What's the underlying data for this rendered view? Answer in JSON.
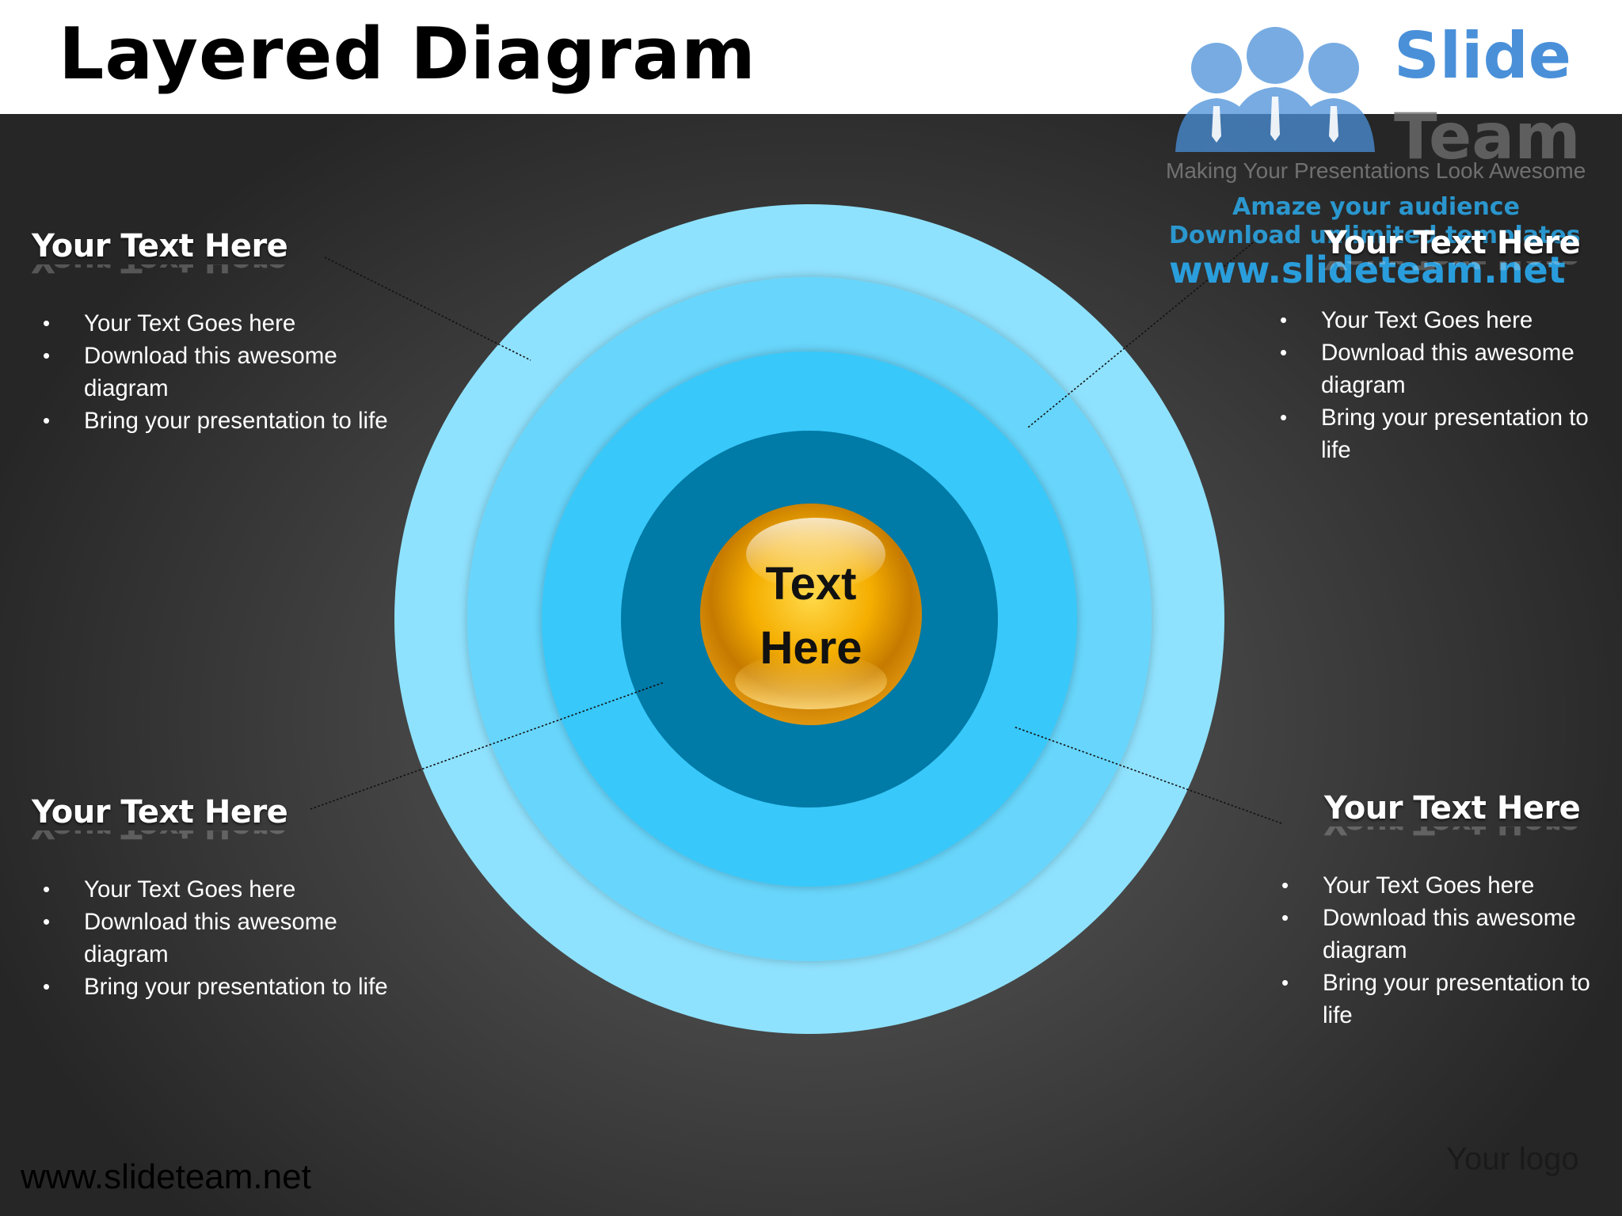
{
  "slide": {
    "title": "Layered Diagram",
    "footer_url": "www.slideteam.net",
    "logo_placeholder": "Your logo"
  },
  "brand": {
    "name_line1": "Slide",
    "name_line2": "Team",
    "tagline": "Making Your Presentations Look Awesome",
    "watermark_line1": "Amaze your audience",
    "watermark_line2": "Download unlimited templates",
    "watermark_url": "www.slideteam.net"
  },
  "center": {
    "line1": "Text",
    "line2": "Here"
  },
  "blocks": [
    {
      "heading": "Your Text Here",
      "bullets": [
        "Your Text Goes here",
        "Download this awesome diagram",
        "Bring your presentation to life"
      ]
    },
    {
      "heading": "Your Text Here",
      "bullets": [
        "Your Text Goes here",
        "Download this awesome diagram",
        "Bring your presentation to life"
      ]
    },
    {
      "heading": "Your Text Here",
      "bullets": [
        "Your Text Goes here",
        "Download this awesome diagram",
        "Bring your presentation to life"
      ]
    },
    {
      "heading": "Your Text Here",
      "bullets": [
        "Your Text Goes here",
        "Download this awesome diagram",
        "Bring your presentation to life"
      ]
    }
  ],
  "colors": {
    "ring_outer": "#8fe2fe",
    "ring_2": "#67d6fc",
    "ring_3": "#37c8fa",
    "ring_core": "#007aa6",
    "orb": "#f2a400",
    "background_dark": "#2b2b2b"
  }
}
